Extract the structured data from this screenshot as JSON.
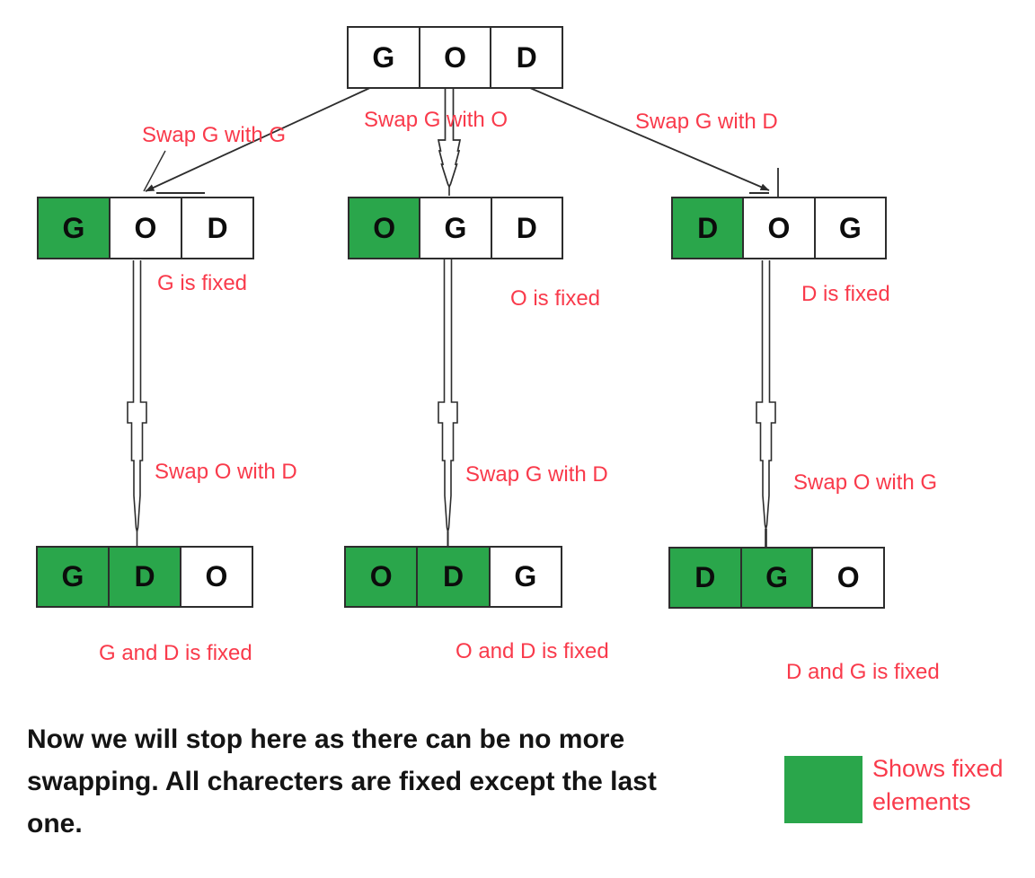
{
  "colors": {
    "fixed_green": "#2aa64b",
    "label_red": "#f93a4b",
    "line_black": "#2d2d2d"
  },
  "tree": {
    "root": {
      "cells": [
        {
          "letter": "G",
          "fixed": false
        },
        {
          "letter": "O",
          "fixed": false
        },
        {
          "letter": "D",
          "fixed": false
        }
      ]
    },
    "branches": [
      {
        "swap_top_label": "Swap G with G",
        "level2": {
          "cells": [
            {
              "letter": "G",
              "fixed": true
            },
            {
              "letter": "O",
              "fixed": false
            },
            {
              "letter": "D",
              "fixed": false
            }
          ],
          "fixed_label": "G is fixed"
        },
        "swap_bottom_label": "Swap O with D",
        "level3": {
          "cells": [
            {
              "letter": "G",
              "fixed": true
            },
            {
              "letter": "D",
              "fixed": true
            },
            {
              "letter": "O",
              "fixed": false
            }
          ],
          "fixed_label": "G and D is fixed"
        }
      },
      {
        "swap_top_label": "Swap G with O",
        "level2": {
          "cells": [
            {
              "letter": "O",
              "fixed": true
            },
            {
              "letter": "G",
              "fixed": false
            },
            {
              "letter": "D",
              "fixed": false
            }
          ],
          "fixed_label": "O is fixed"
        },
        "swap_bottom_label": "Swap G with D",
        "level3": {
          "cells": [
            {
              "letter": "O",
              "fixed": true
            },
            {
              "letter": "D",
              "fixed": true
            },
            {
              "letter": "G",
              "fixed": false
            }
          ],
          "fixed_label": "O and D is fixed"
        }
      },
      {
        "swap_top_label": "Swap G with D",
        "level2": {
          "cells": [
            {
              "letter": "D",
              "fixed": true
            },
            {
              "letter": "O",
              "fixed": false
            },
            {
              "letter": "G",
              "fixed": false
            }
          ],
          "fixed_label": "D is fixed"
        },
        "swap_bottom_label": "Swap O with G",
        "level3": {
          "cells": [
            {
              "letter": "D",
              "fixed": true
            },
            {
              "letter": "G",
              "fixed": true
            },
            {
              "letter": "O",
              "fixed": false
            }
          ],
          "fixed_label": "D and G is fixed"
        }
      }
    ]
  },
  "note": {
    "lines": [
      "Now we will stop here as there can be no more",
      "swapping. All charecters are fixed except the last",
      "one."
    ]
  },
  "legend": {
    "lines": [
      "Shows fixed",
      "elements"
    ]
  }
}
